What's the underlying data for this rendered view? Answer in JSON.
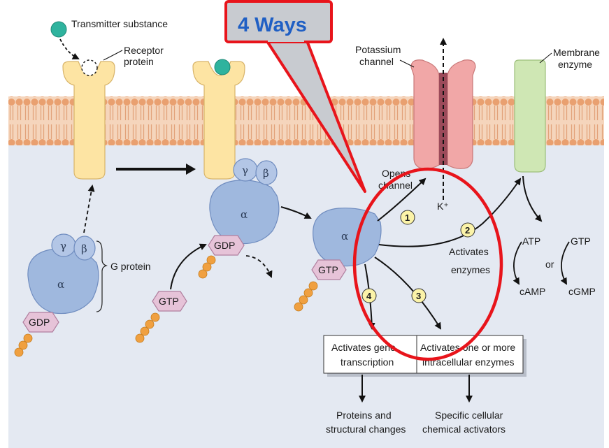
{
  "callout": {
    "text": "4 Ways"
  },
  "labels": {
    "transmitter": "Transmitter substance",
    "receptor_1": "Receptor",
    "receptor_2": "protein",
    "g_protein": "G protein",
    "potassium_1": "Potassium",
    "potassium_2": "channel",
    "enzyme_1": "Membrane",
    "enzyme_2": "enzyme",
    "opens_1": "Opens",
    "opens_2": "channel",
    "k_ion": "K⁺",
    "activates_1": "Activates",
    "activates_2": "enzymes",
    "atp": "ATP",
    "gtp_right": "GTP",
    "or": "or",
    "camp": "cAMP",
    "cgmp": "cGMP",
    "box4_1": "Activates gene",
    "box4_2": "transcription",
    "box3_1": "Activates one or more",
    "box3_2": "intracellular enzymes",
    "out4_1": "Proteins and",
    "out4_2": "structural changes",
    "out3_1": "Specific cellular",
    "out3_2": "chemical activators"
  },
  "subunits": {
    "alpha": "α",
    "beta": "β",
    "gamma": "γ",
    "gdp": "GDP",
    "gtp": "GTP"
  },
  "steps": [
    "1",
    "2",
    "3",
    "4"
  ],
  "colors": {
    "cytoplasm": "#e4e9f2",
    "membrane": "#f3c9a6",
    "membrane_head": "#e9a070",
    "receptor": "#fde4a3",
    "gprotein": "#9fb8de",
    "gdp": "#e6c3d8",
    "phosphate": "#f0a040",
    "k_channel": "#f1a7a7",
    "enzyme": "#cfe7b4",
    "callout_red": "#e8141b",
    "number_badge": "#fbf3a8"
  }
}
